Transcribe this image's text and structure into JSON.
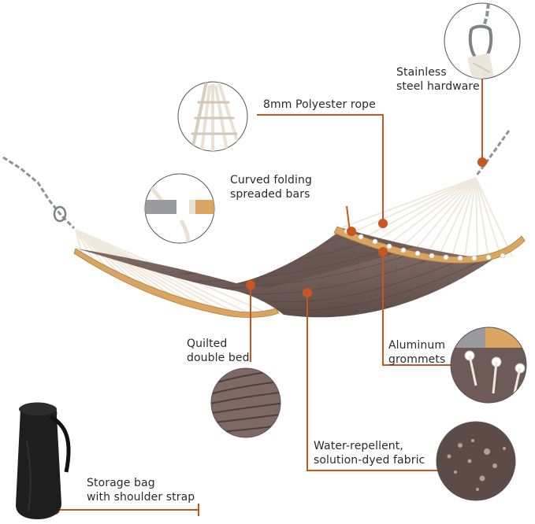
{
  "colors": {
    "accent": "#c8561f",
    "fabric": "#7a6560",
    "fabric_dark": "#5f4d49",
    "wood": "#d9a560",
    "rope": "#f1ece2",
    "chain": "#8f9296",
    "bag": "#1e1e1e"
  },
  "callouts": {
    "hardware": {
      "line1": "Stainless",
      "line2": "steel hardware",
      "icon": "carabiner-chain-icon"
    },
    "rope": {
      "line1": "8mm Polyester rope",
      "icon": "rope-icon"
    },
    "bars": {
      "line1": "Curved folding",
      "line2": "spreaded bars",
      "icon": "spreader-bar-icon"
    },
    "bed": {
      "line1": "Quilted",
      "line2": "double bed",
      "icon": "quilted-fabric-icon"
    },
    "grommets": {
      "line1": "Aluminum",
      "line2": "grommets",
      "icon": "grommet-icon"
    },
    "fabric": {
      "line1": "Water-repellent,",
      "line2": "solution-dyed fabric",
      "icon": "water-droplets-icon"
    },
    "bag": {
      "line1": "Storage bag",
      "line2": "with shoulder strap",
      "icon": "storage-bag-icon"
    }
  }
}
